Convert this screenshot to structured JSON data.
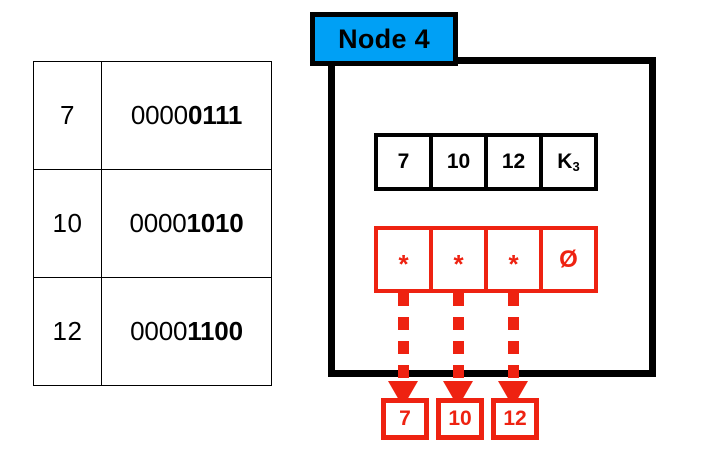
{
  "diagram": {
    "title_badge": "Node 4",
    "accent_blue": "#00a0f5",
    "accent_red": "#ee2211",
    "outline_black": "#000000"
  },
  "binary_table": {
    "rows": [
      {
        "key": "7",
        "bits_prefix": "0000",
        "bits_suffix": "0111"
      },
      {
        "key": "10",
        "bits_prefix": "0000",
        "bits_suffix": "1010"
      },
      {
        "key": "12",
        "bits_prefix": "0000",
        "bits_suffix": "1100"
      }
    ]
  },
  "node": {
    "badge_label": "Node 4",
    "key_array": [
      {
        "label": "7"
      },
      {
        "label": "10"
      },
      {
        "label": "12"
      },
      {
        "label": "K",
        "subscript": "3"
      }
    ],
    "pointer_array": [
      {
        "symbol": "*"
      },
      {
        "symbol": "*"
      },
      {
        "symbol": "*"
      },
      {
        "symbol": "Ø"
      }
    ]
  },
  "records": [
    {
      "label": "7"
    },
    {
      "label": "10"
    },
    {
      "label": "12"
    }
  ]
}
